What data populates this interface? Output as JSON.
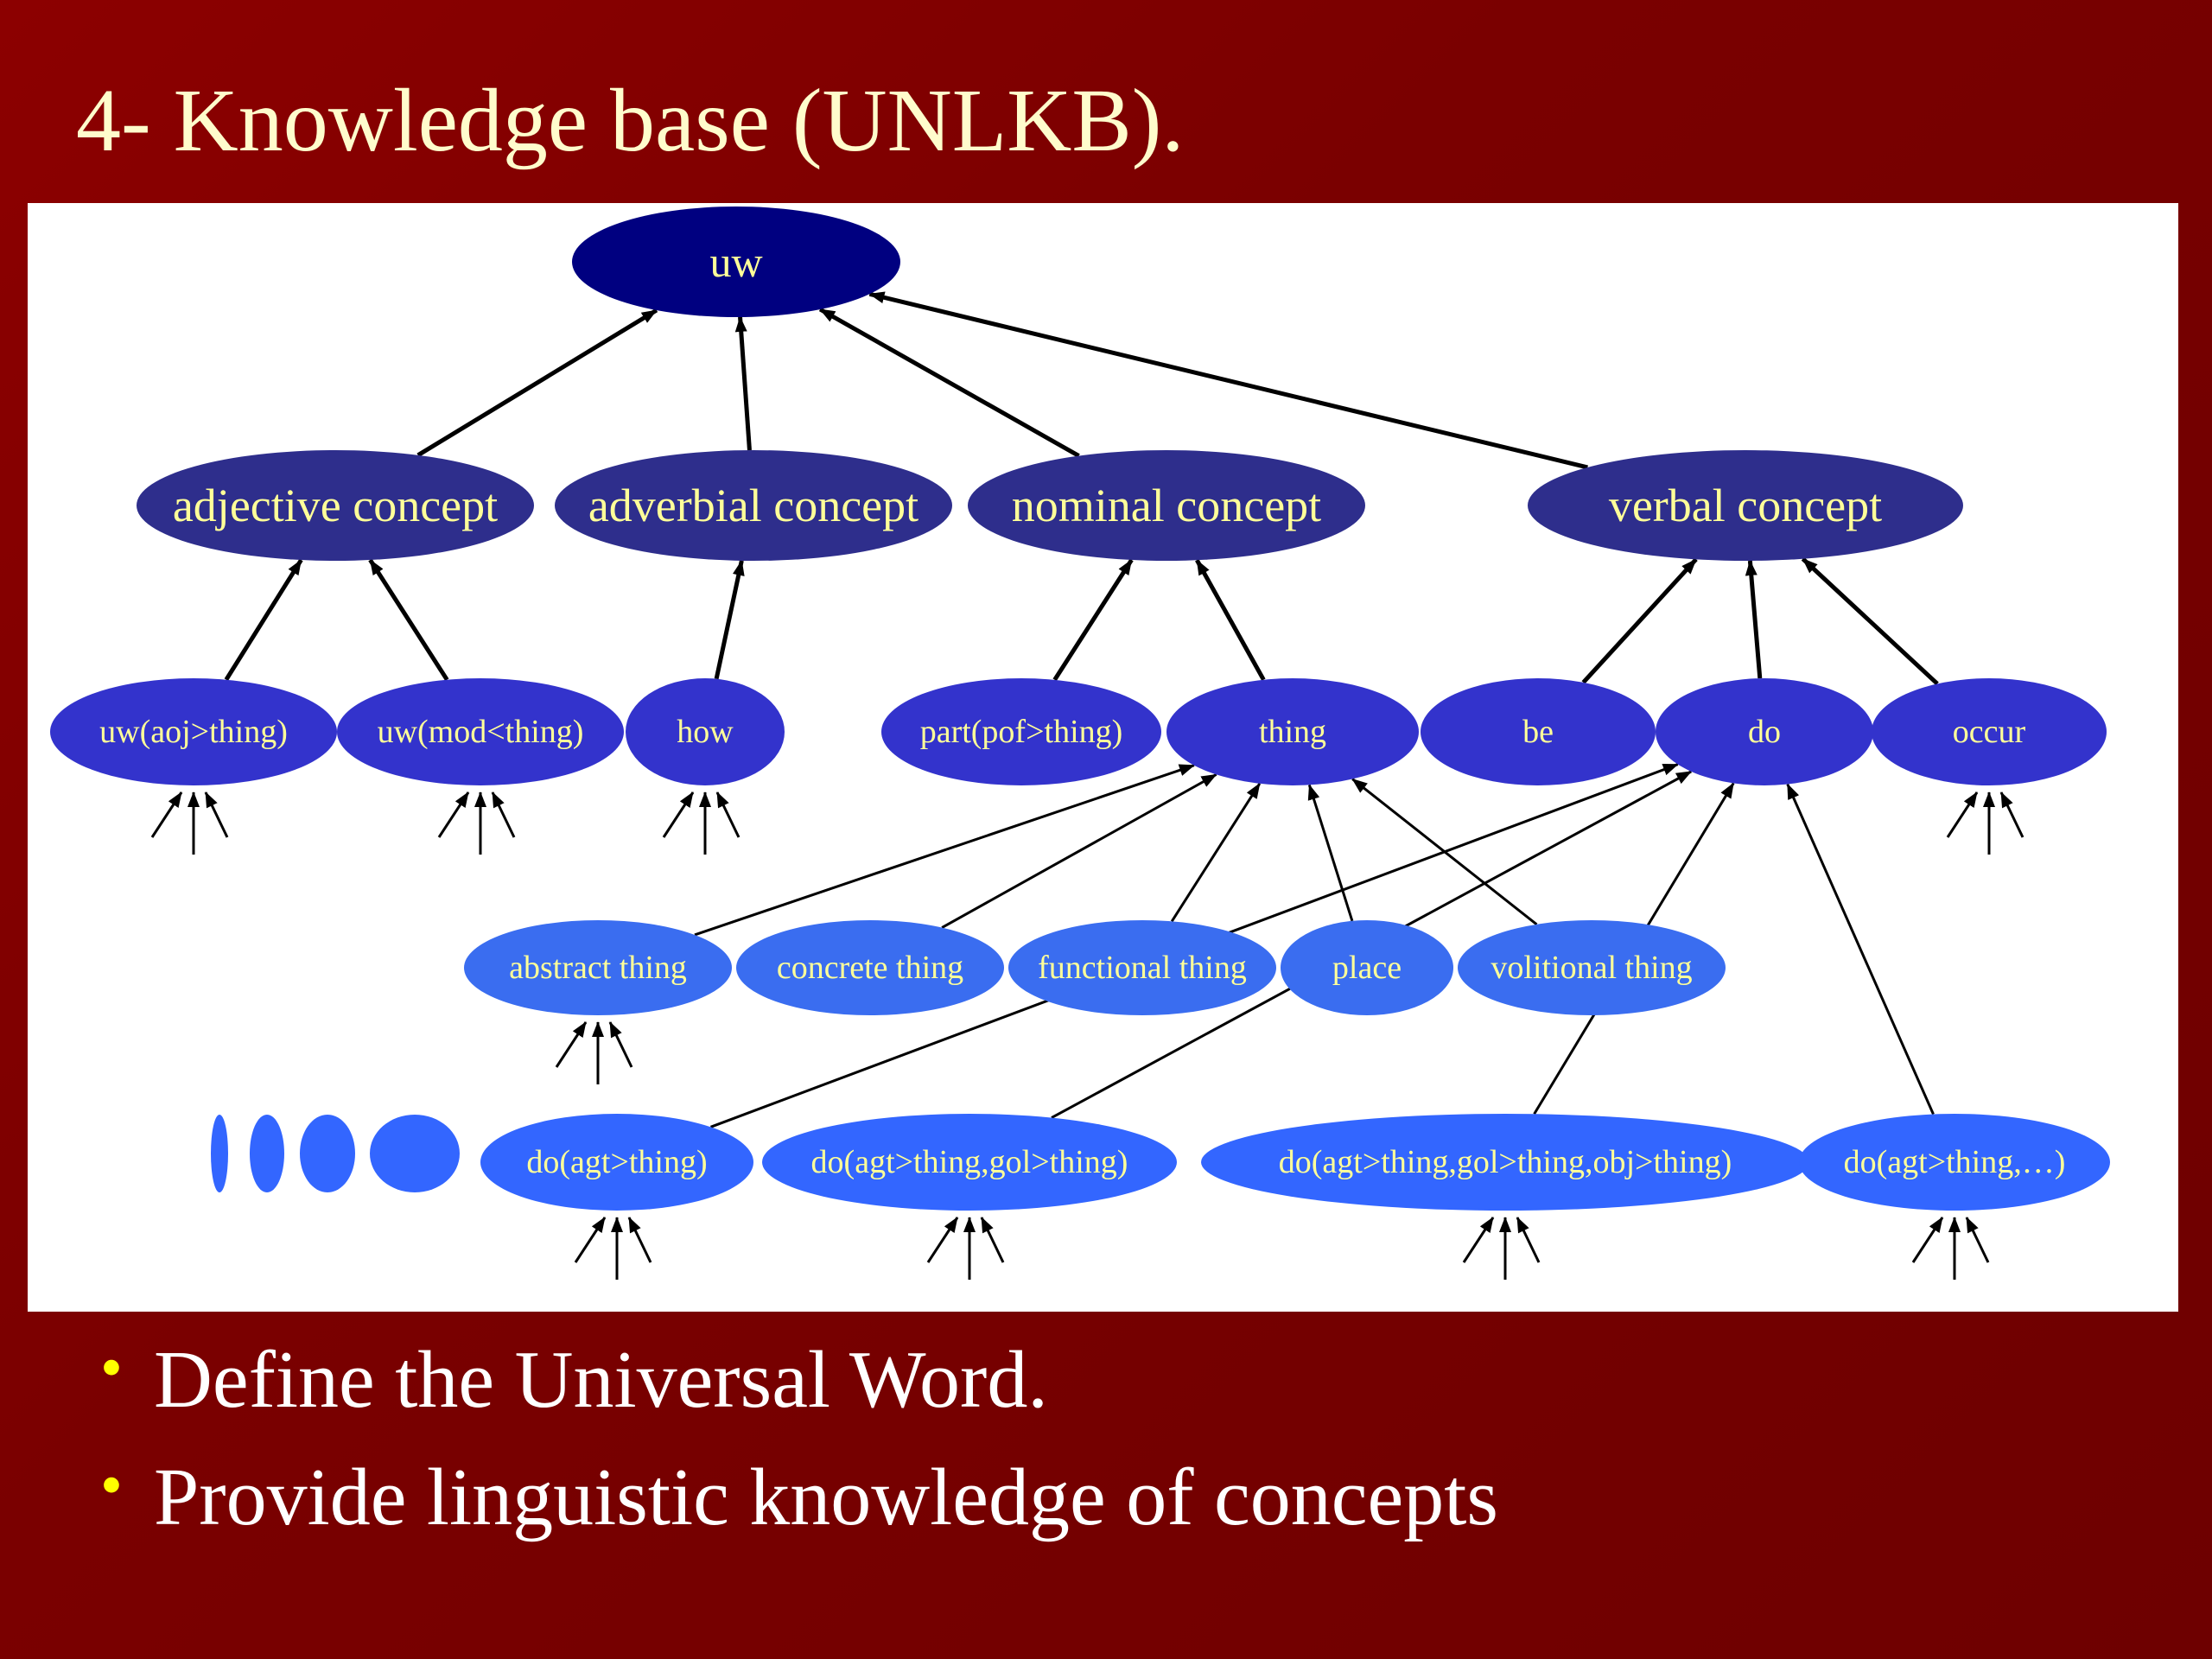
{
  "slide": {
    "title": "4- Knowledge base (UNLKB).",
    "bullets": [
      "Define the Universal Word.",
      "Provide linguistic knowledge of concepts"
    ]
  },
  "colors": {
    "background": "#800000",
    "title": "#fffccc",
    "bullet_marker": "#ffff00",
    "node_label": "#ffff99",
    "level0": "#000080",
    "level1": "#2e2e8c",
    "level2": "#3333cc",
    "level3": "#3a6df0",
    "level4": "#3366ff"
  },
  "diagram": {
    "nodes": {
      "uw": "uw",
      "adjective": "adjective concept",
      "adverbial": "adverbial concept",
      "nominal": "nominal concept",
      "verbal": "verbal concept",
      "uw_aoj": "uw(aoj>thing)",
      "uw_mod": "uw(mod<thing)",
      "how": "how",
      "part": "part(pof>thing)",
      "thing": "thing",
      "be": "be",
      "do": "do",
      "occur": "occur",
      "abstract": "abstract thing",
      "concrete": "concrete thing",
      "functional": "functional thing",
      "place": "place",
      "volitional": "volitional thing",
      "do1": "do(agt>thing)",
      "do2": "do(agt>thing,gol>thing)",
      "do3": "do(agt>thing,gol>thing,obj>thing)",
      "do4": "do(agt>thing,…)"
    },
    "edges": [
      [
        "adjective",
        "uw"
      ],
      [
        "adverbial",
        "uw"
      ],
      [
        "nominal",
        "uw"
      ],
      [
        "verbal",
        "uw"
      ],
      [
        "uw_aoj",
        "adjective"
      ],
      [
        "uw_mod",
        "adjective"
      ],
      [
        "how",
        "adverbial"
      ],
      [
        "part",
        "nominal"
      ],
      [
        "thing",
        "nominal"
      ],
      [
        "be",
        "verbal"
      ],
      [
        "do",
        "verbal"
      ],
      [
        "occur",
        "verbal"
      ],
      [
        "abstract",
        "thing"
      ],
      [
        "concrete",
        "thing"
      ],
      [
        "functional",
        "thing"
      ],
      [
        "place",
        "thing"
      ],
      [
        "volitional",
        "thing"
      ],
      [
        "do1",
        "do"
      ],
      [
        "do2",
        "do"
      ],
      [
        "do3",
        "do"
      ],
      [
        "do4",
        "do"
      ]
    ]
  }
}
